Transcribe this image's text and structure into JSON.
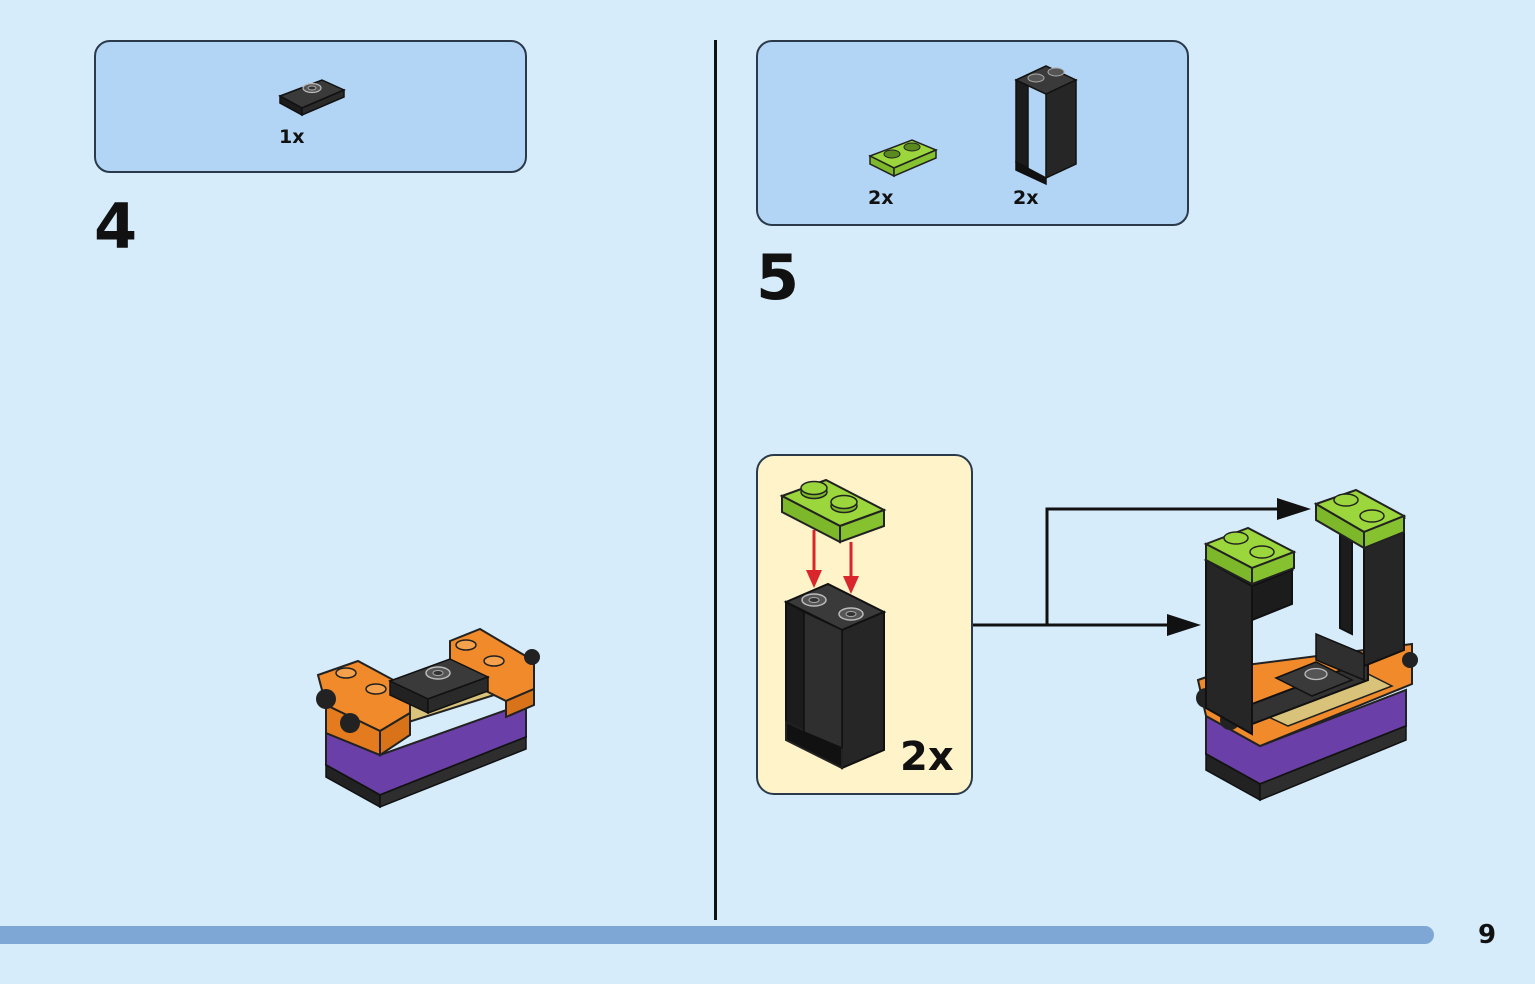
{
  "step4": {
    "number": "4",
    "parts": [
      {
        "name": "black-plate-1x2-with-center-stud",
        "qty": "1x"
      }
    ]
  },
  "step5": {
    "number": "5",
    "parts": [
      {
        "name": "lime-plate-1x2",
        "qty": "2x"
      },
      {
        "name": "black-panel-1x2x3",
        "qty": "2x"
      }
    ],
    "subassembly_qty": "2x"
  },
  "colors": {
    "page_bg": "#d6ecfb",
    "parts_box": "#b3d5f5",
    "subassembly_box": "#fff3c9",
    "progress_bar": "#7fa7d6",
    "lime": "#9ad63c",
    "black": "#262626",
    "orange": "#f08a2a",
    "purple": "#6a40a8",
    "arrow_red": "#d9262c"
  },
  "page_number": "9"
}
